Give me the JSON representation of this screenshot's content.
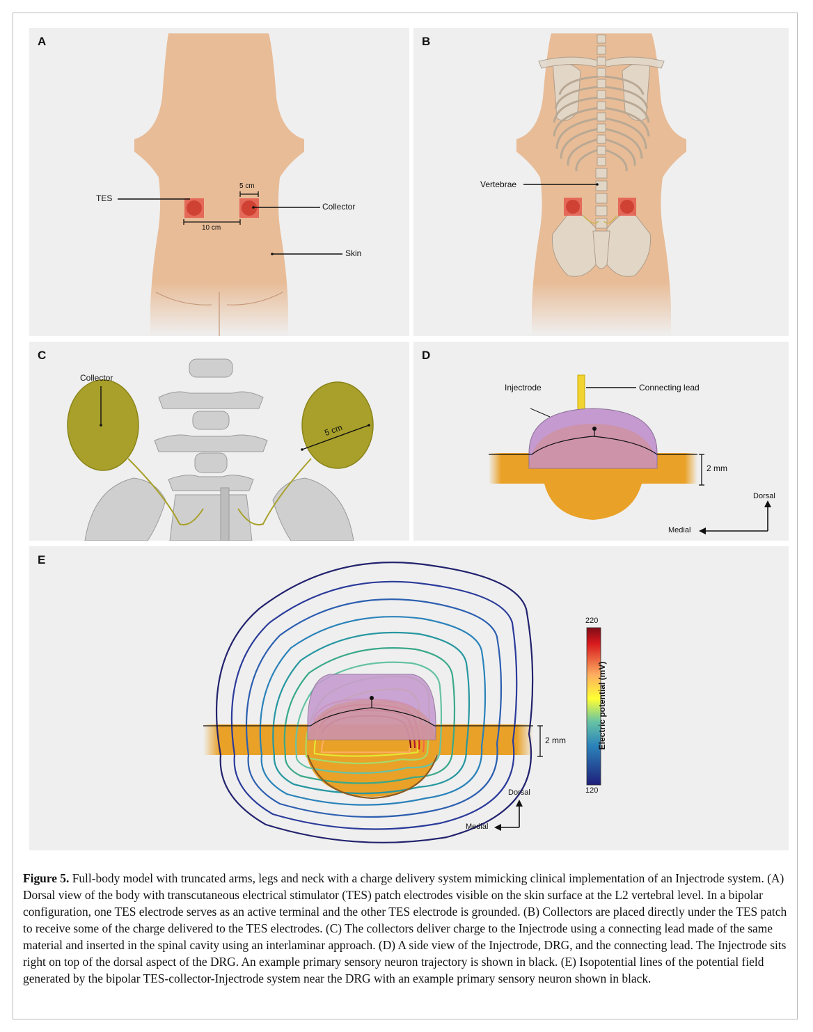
{
  "panels": {
    "A": {
      "label": "A",
      "labels": {
        "tes": "TES",
        "collector": "Collector",
        "skin": "Skin",
        "size": "5 cm",
        "distance": "10 cm"
      }
    },
    "B": {
      "label": "B",
      "labels": {
        "vertebrae": "Vertebrae"
      }
    },
    "C": {
      "label": "C",
      "labels": {
        "collector": "Collector",
        "size": "5 cm"
      }
    },
    "D": {
      "label": "D",
      "labels": {
        "injectrode": "Injectrode",
        "lead": "Connecting lead",
        "scale": "2 mm",
        "dorsal": "Dorsal",
        "medial": "Medial"
      }
    },
    "E": {
      "label": "E",
      "labels": {
        "scale": "2 mm",
        "dorsal": "Dorsal",
        "medial": "Medial"
      },
      "colorbar": {
        "title": "Electric potential (mV)",
        "max": "220",
        "min": "120"
      }
    }
  },
  "caption": {
    "label": "Figure 5.",
    "text": " Full-body model with truncated arms, legs and neck with a charge delivery system mimicking clinical implementation of an Injectrode system. (A) Dorsal view of the body with transcutaneous electrical stimulator (TES) patch electrodes visible on the skin surface at the L2 vertebral level. In a bipolar configuration, one TES electrode serves as an active terminal and the other TES electrode is grounded. (B) Collectors are placed directly under the TES patch to receive some of the charge delivered to the TES electrodes. (C) The collectors deliver charge to the Injectrode using a connecting lead made of the same material and inserted in the spinal cavity using an interlaminar approach. (D) A side view of the Injectrode, DRG, and the connecting lead. The Injectrode sits right on top of the dorsal aspect of the DRG. An example primary sensory neuron trajectory is shown in black. (E) Isopotential lines of the potential field generated by the bipolar TES-collector-Injectrode system near the DRG with an example primary sensory neuron shown in black."
  },
  "colors": {
    "skin": "#e8bc97",
    "electrode": "#d9463a",
    "collector": "#a8a02a",
    "drg": "#e9a128",
    "injectrode": "#c59ad0"
  }
}
